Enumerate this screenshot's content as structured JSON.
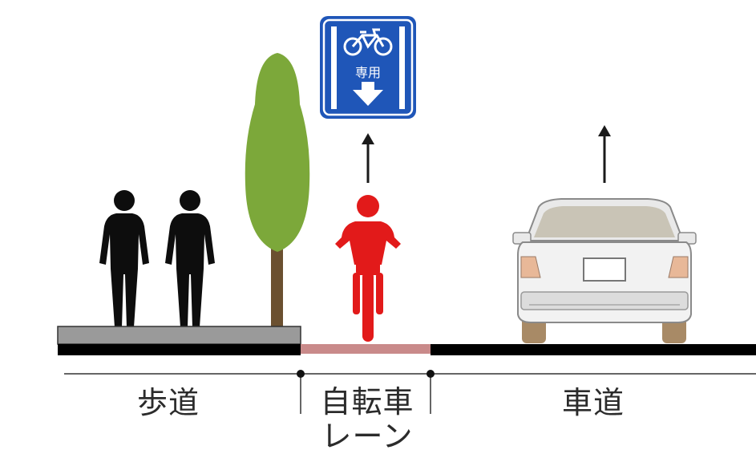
{
  "sign": {
    "text": "専用",
    "icon": "bicycle-icon",
    "arrow": "down-arrow-icon",
    "color": "#1f56b8"
  },
  "zones": {
    "sidewalk": "歩道",
    "bike_lane_line1": "自転車",
    "bike_lane_line2": "レーン",
    "roadway": "車道"
  },
  "colors": {
    "pedestrian": "#0d0d0d",
    "cyclist": "#e21a1a",
    "tree_foliage": "#7ca83a",
    "tree_trunk": "#6b5030",
    "sidewalk": "#9a9a9a",
    "bike_lane_surface": "#c98a8a",
    "road_surface": "#000000"
  }
}
